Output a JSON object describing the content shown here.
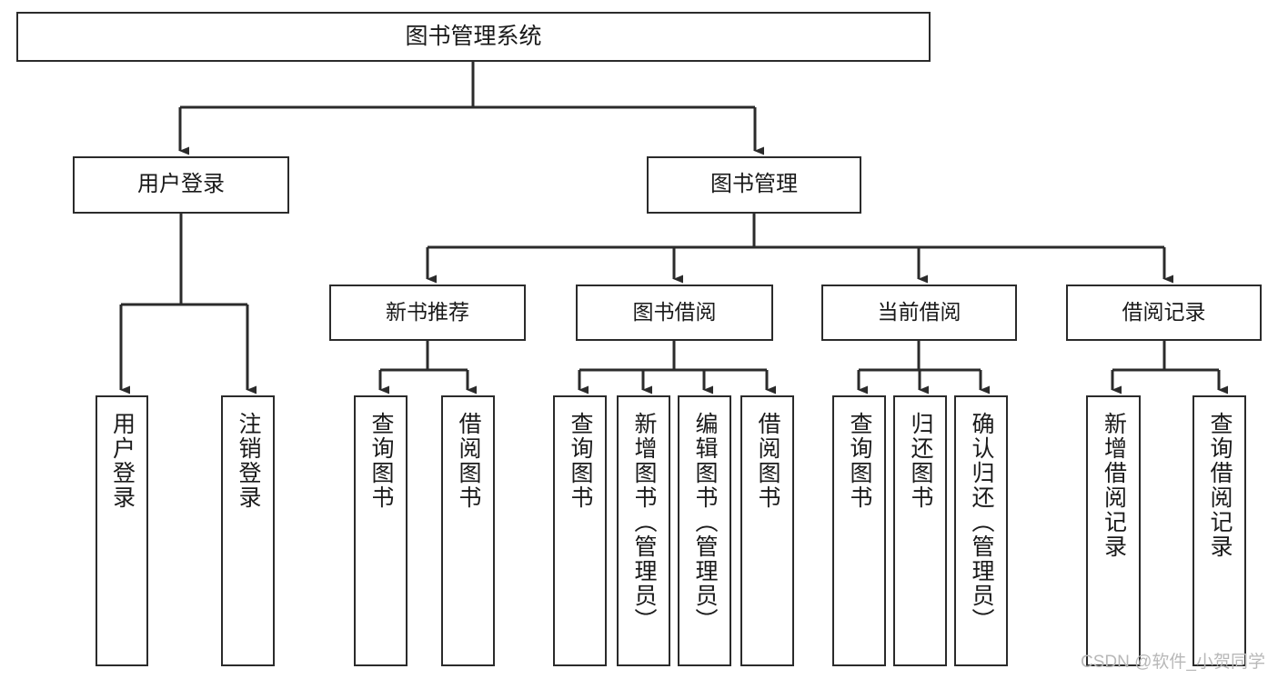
{
  "diagram": {
    "title": "图书管理系统",
    "type": "tree-hierarchy-diagram",
    "watermark": "CSDN @软件_小贺同学",
    "colors": {
      "box_border": "#2b2b2b",
      "box_fill": "#ffffff",
      "edge": "#2b2b2b",
      "text": "#1a1a1a",
      "watermark": "#b8b8b8",
      "background": "#ffffff"
    },
    "nodes": {
      "root": {
        "label": "图书管理系统"
      },
      "level2": [
        {
          "id": "user-login",
          "label": "用户登录"
        },
        {
          "id": "book-management",
          "label": "图书管理"
        }
      ],
      "level3": [
        {
          "id": "new-book-recommend",
          "label": "新书推荐"
        },
        {
          "id": "book-borrow",
          "label": "图书借阅"
        },
        {
          "id": "current-borrow",
          "label": "当前借阅"
        },
        {
          "id": "borrow-record",
          "label": "借阅记录"
        }
      ],
      "leaves": [
        {
          "id": "leaf-user-login",
          "label": "用户登录",
          "parent": "user-login"
        },
        {
          "id": "leaf-logout",
          "label": "注销登录",
          "parent": "user-login"
        },
        {
          "id": "leaf-query-book-1",
          "label": "查询图书",
          "parent": "new-book-recommend"
        },
        {
          "id": "leaf-borrow-book-1",
          "label": "借阅图书",
          "parent": "new-book-recommend"
        },
        {
          "id": "leaf-query-book-2",
          "label": "查询图书",
          "parent": "book-borrow"
        },
        {
          "id": "leaf-add-book",
          "label": "新增图书（管理员）",
          "parent": "book-borrow"
        },
        {
          "id": "leaf-edit-book",
          "label": "编辑图书（管理员）",
          "parent": "book-borrow"
        },
        {
          "id": "leaf-borrow-book-2",
          "label": "借阅图书",
          "parent": "book-borrow"
        },
        {
          "id": "leaf-query-book-3",
          "label": "查询图书",
          "parent": "current-borrow"
        },
        {
          "id": "leaf-return-book",
          "label": "归还图书",
          "parent": "current-borrow"
        },
        {
          "id": "leaf-confirm-return",
          "label": "确认归还（管理员）",
          "parent": "current-borrow"
        },
        {
          "id": "leaf-add-record",
          "label": "新增借阅记录",
          "parent": "borrow-record"
        },
        {
          "id": "leaf-query-record",
          "label": "查询借阅记录",
          "parent": "borrow-record"
        }
      ]
    }
  }
}
